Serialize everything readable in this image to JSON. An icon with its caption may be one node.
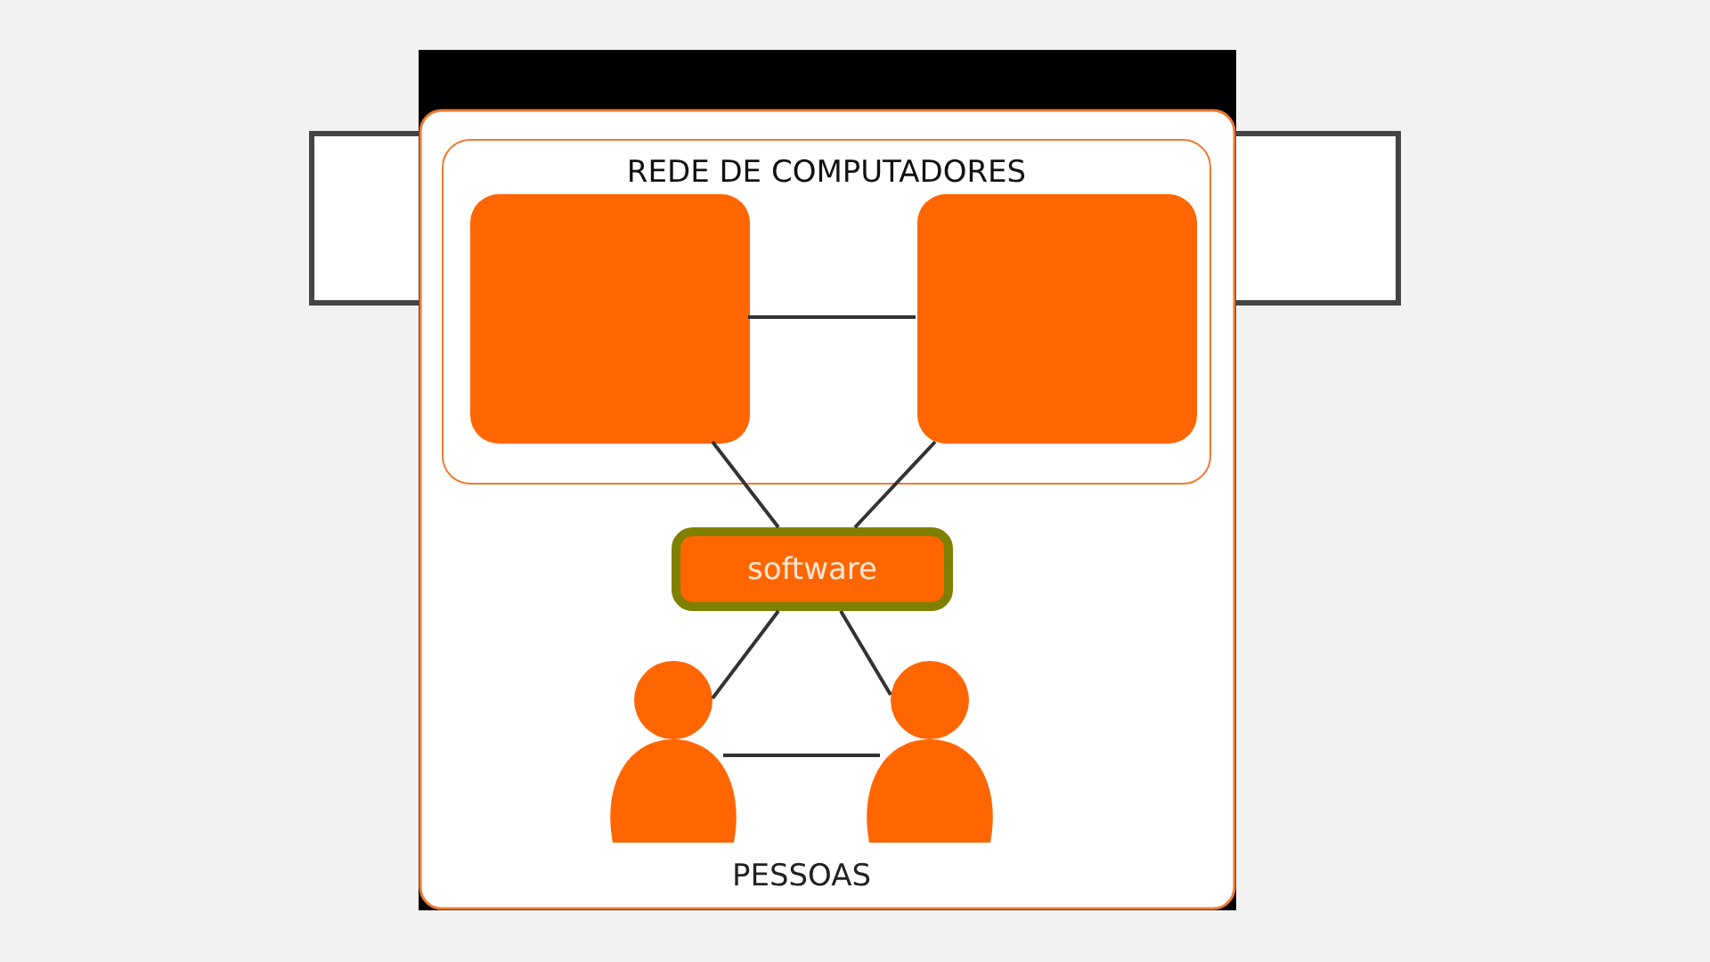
{
  "diagram": {
    "nodes": [
      {
        "text": [
          "REDE DE COMPUTADORES"
        ]
      },
      {
        "text": [],
        "shape": "box",
        "in": 0
      },
      {
        "text": [],
        "shape": "box",
        "in": 0
      },
      {
        "text": [
          "software"
        ]
      },
      {
        "text": [],
        "shape": "person"
      },
      {
        "text": [],
        "shape": "person"
      }
    ],
    "edges": [
      {
        "from": 1,
        "to": 2,
        "arrow": "none"
      },
      {
        "from": 1,
        "to": 3,
        "arrow": "none"
      },
      {
        "from": 2,
        "to": 3,
        "arrow": "none"
      },
      {
        "from": 3,
        "to": 4,
        "arrow": "none"
      },
      {
        "from": 3,
        "to": 5,
        "arrow": "none"
      },
      {
        "from": 4,
        "to": 5,
        "arrow": "none"
      }
    ],
    "labels": [
      "PESSOAS"
    ]
  }
}
